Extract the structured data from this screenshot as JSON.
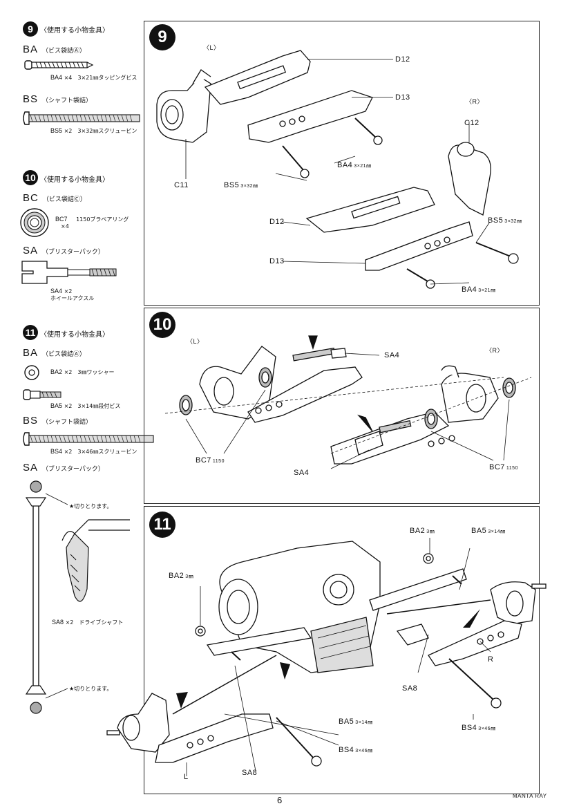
{
  "parts": {
    "s9": {
      "num": "9",
      "head": "〈使用する小物金具〉",
      "ba_code": "BA",
      "ba_name": "（ビス袋詰Ⓐ）",
      "ba4_code": "BA4",
      "ba4_text": "×4　3×21㎜タッピングビス",
      "bs_code": "BS",
      "bs_name": "（シャフト袋詰）",
      "bs5_code": "BS5",
      "bs5_text": "×2　3×32㎜スクリュービン"
    },
    "s10": {
      "num": "10",
      "head": "〈使用する小物金具〉",
      "bc_code": "BC",
      "bc_name": "（ビス袋詰Ⓒ）",
      "bc7_code": "BC7",
      "bc7_qty": "×4",
      "bc7_text": "1150ブラベアリング",
      "sa_code": "SA",
      "sa_name": "（ブリスターパック）",
      "sa4_code": "SA4",
      "sa4_qty": "×2",
      "sa4_text": "ホイールアクスル"
    },
    "s11": {
      "num": "11",
      "head": "〈使用する小物金具〉",
      "ba_code": "BA",
      "ba_name": "（ビス袋詰Ⓐ）",
      "ba2_code": "BA2",
      "ba2_text": "×2　3㎜ワッシャー",
      "ba5_code": "BA5",
      "ba5_text": "×2　3×14㎜段付ビス",
      "bs_code": "BS",
      "bs_name": "（シャフト袋詰）",
      "bs4_code": "BS4",
      "bs4_text": "×2　3×46㎜スクリュービン",
      "sa_code": "SA",
      "sa_name": "（ブリスターパック）",
      "cut_top": "★切りとります。",
      "cut_bottom": "★切りとります。",
      "sa8_code": "SA8",
      "sa8_text": "×2　ドライブシャフト"
    }
  },
  "panel9": {
    "num": "9",
    "left_tag": "〈L〉",
    "right_tag": "〈R〉",
    "d12_a": "D12",
    "d13_a": "D13",
    "c12": "C12",
    "c11": "C11",
    "ba4_a": "BA4",
    "ba4_a_size": "3×21㎜",
    "bs5_a": "BS5",
    "bs5_a_size": "3×32㎜",
    "d12_b": "D12",
    "bs5_b": "BS5",
    "bs5_b_size": "3×32㎜",
    "d13_b": "D13",
    "ba4_b": "BA4",
    "ba4_b_size": "3×21㎜"
  },
  "panel10": {
    "num": "10",
    "left_tag": "〈L〉",
    "right_tag": "〈R〉",
    "sa4_a": "SA4",
    "bc7_a": "BC7",
    "bc7_a_size": "1150",
    "sa4_b": "SA4",
    "bc7_b": "BC7",
    "bc7_b_size": "1150"
  },
  "panel11": {
    "num": "11",
    "ba2_a": "BA2",
    "ba2_a_size": "3㎜",
    "ba5_a": "BA5",
    "ba5_a_size": "3×14㎜",
    "ba2_b": "BA2",
    "ba2_b_size": "3㎜",
    "r_tag": "R",
    "sa8_a": "SA8",
    "bs4_a": "BS4",
    "bs4_a_size": "3×46㎜",
    "ba5_b": "BA5",
    "ba5_b_size": "3×14㎜",
    "bs4_b": "BS4",
    "bs4_b_size": "3×46㎜",
    "sa8_b": "SA8",
    "l_tag": "L"
  },
  "footer": {
    "page_number": "6",
    "model_name": "MANTA RAY"
  }
}
